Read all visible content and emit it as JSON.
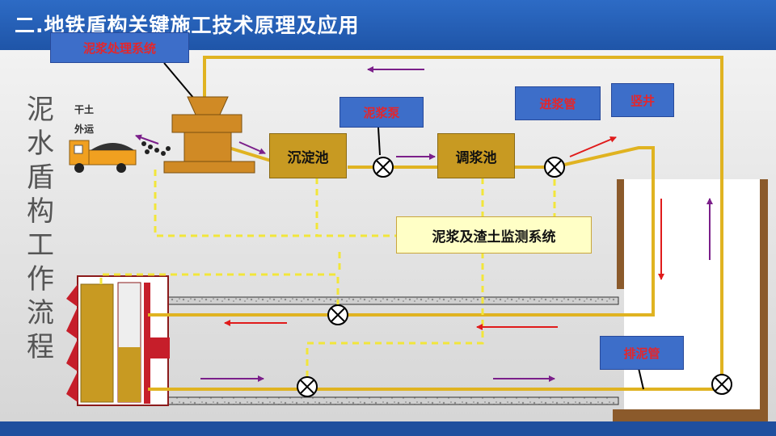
{
  "header": {
    "title": "二.地铁盾构关键施工技术原理及应用"
  },
  "side_title": "泥水盾构工作流程",
  "labels": {
    "mud_treatment_system": "泥浆处理系统",
    "dry_soil": "干土",
    "transport_out": "外运",
    "mud_pump": "泥浆泵",
    "feed_pipe": "进浆管",
    "shaft": "竖井",
    "sedimentation_tank": "沉淀池",
    "mixing_tank": "调浆池",
    "monitoring_system": "泥浆及渣土监测系统",
    "discharge_pipe": "排泥管"
  },
  "colors": {
    "header_bg": "#2d6bc5",
    "pipe": "#e0b321",
    "tank": "#c89a22",
    "label_box": "#3d6ec9",
    "label_text": "#e4262b",
    "monitor_bg": "#ffffc6",
    "monitor_line": "#f2e63a",
    "arrow_purple": "#7b1f8a",
    "arrow_red": "#e01b1b"
  }
}
